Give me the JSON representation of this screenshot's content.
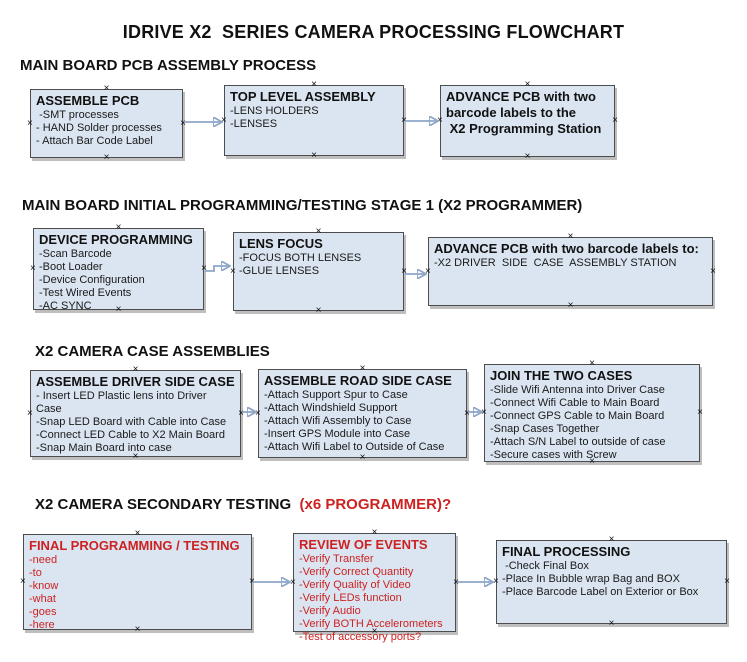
{
  "title": "IDRIVE X2  SERIES CAMERA PROCESSING FLOWCHART",
  "icons": {
    "connection_handle": "×",
    "arrow_head": "▶"
  },
  "colors": {
    "background": "#ffffff",
    "box_fill": "#dbe5f1",
    "box_border": "#4d4d4d",
    "text": "#111111",
    "red_text": "#cc2222",
    "arrow_line": "#8ea6c8",
    "arrow_head": "#2d5a96"
  },
  "sections": [
    {
      "heading": "MAIN BOARD PCB ASSEMBLY PROCESS",
      "boxes": [
        {
          "title": "ASSEMBLE PCB",
          "items": [
            " -SMT processes",
            "- HAND Solder processes",
            "- Attach Bar Code Label"
          ]
        },
        {
          "title": "TOP LEVEL ASSEMBLY",
          "items": [
            "-LENS HOLDERS",
            "-LENSES"
          ]
        },
        {
          "title": "ADVANCE PCB with two\nbarcode labels to the\n X2 Programming Station",
          "items": []
        }
      ]
    },
    {
      "heading": "MAIN BOARD INITIAL PROGRAMMING/TESTING STAGE 1 (X2 PROGRAMMER)",
      "boxes": [
        {
          "title": "DEVICE PROGRAMMING",
          "items": [
            "-Scan Barcode",
            "-Boot Loader",
            "-Device Configuration",
            "-Test Wired Events",
            "-AC SYNC"
          ]
        },
        {
          "title": "LENS FOCUS",
          "items": [
            "-FOCUS BOTH LENSES",
            "-GLUE LENSES"
          ]
        },
        {
          "title": "ADVANCE PCB with two barcode labels to:",
          "items": [
            "-X2 DRIVER  SIDE  CASE  ASSEMBLY STATION"
          ]
        }
      ]
    },
    {
      "heading": "X2 CAMERA CASE ASSEMBLIES",
      "boxes": [
        {
          "title": "ASSEMBLE DRIVER SIDE CASE",
          "items": [
            "- Insert LED Plastic lens into Driver Case",
            "-Snap LED Board with Cable into Case",
            "-Connect LED Cable to X2 Main Board",
            "-Snap Main Board into case"
          ]
        },
        {
          "title": "ASSEMBLE ROAD SIDE CASE",
          "items": [
            "-Attach Support Spur to Case",
            "-Attach Windshield Support",
            "-Attach Wifi Assembly to Case",
            "-Insert GPS Module into Case",
            "-Attach Wifi Label to Outside of Case"
          ]
        },
        {
          "title": "JOIN THE TWO CASES",
          "items": [
            "-Slide Wifi Antenna into Driver Case",
            "-Connect Wifi Cable to Main Board",
            "-Connect GPS Cable to Main Board",
            "-Snap Cases Together",
            "-Attach S/N Label to outside of case",
            "-Secure cases with Screw"
          ]
        }
      ]
    },
    {
      "heading": "X2 CAMERA SECONDARY TESTING ",
      "heading_red": " (x6 PROGRAMMER)?",
      "boxes": [
        {
          "title": "FINAL PROGRAMMING / TESTING",
          "items": [
            "-need",
            "-to",
            "-know",
            "-what",
            "-goes",
            "-here"
          ]
        },
        {
          "title": "REVIEW OF EVENTS",
          "items": [
            "-Verify Transfer",
            "-Verify Correct Quantity",
            "-Verify Quality of Video",
            "-Verify LEDs function",
            "-Verify Audio",
            "-Verify BOTH Accelerometers",
            "-Test of accessory ports?"
          ]
        },
        {
          "title": "FINAL PROCESSING",
          "items": [
            " -Check Final Box",
            "-Place In Bubble wrap Bag and BOX",
            "-Place Barcode Label on Exterior or Box"
          ]
        }
      ]
    }
  ]
}
